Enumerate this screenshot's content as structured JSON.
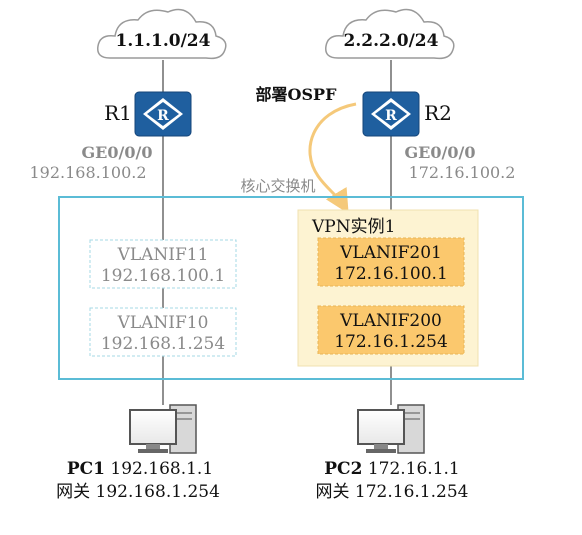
{
  "clouds": {
    "left": {
      "label": "1.1.1.0/24"
    },
    "right": {
      "label": "2.2.2.0/24"
    }
  },
  "routers": {
    "r1": {
      "name": "R1",
      "interface": "GE0/0/0",
      "ip": "192.168.100.2"
    },
    "r2": {
      "name": "R2",
      "interface": "GE0/0/0",
      "ip": "172.16.100.2"
    }
  },
  "annotation": {
    "deploy_ospf": "部署OSPF"
  },
  "core_switch": {
    "label": "核心交换机",
    "vpn_instance": {
      "label": "VPN实例1"
    },
    "vlanifs": {
      "v11": {
        "name": "VLANIF11",
        "ip": "192.168.100.1"
      },
      "v10": {
        "name": "VLANIF10",
        "ip": "192.168.1.254"
      },
      "v201": {
        "name": "VLANIF201",
        "ip": "172.16.100.1"
      },
      "v200": {
        "name": "VLANIF200",
        "ip": "172.16.1.254"
      }
    }
  },
  "pcs": {
    "pc1": {
      "name": "PC1",
      "ip": "192.168.1.1",
      "gateway_label": "网关",
      "gateway": "192.168.1.254"
    },
    "pc2": {
      "name": "PC2",
      "ip": "172.16.1.1",
      "gateway_label": "网关",
      "gateway": "172.16.1.254"
    }
  },
  "colors": {
    "router_blue": "#1f5f9f",
    "core_border": "#5bbcd6",
    "vpn_fill": "#fdf3d2",
    "vlanif_orange": "#fbc86d",
    "gray_text": "#8a8a8a",
    "arrow": "#f5c97a"
  }
}
